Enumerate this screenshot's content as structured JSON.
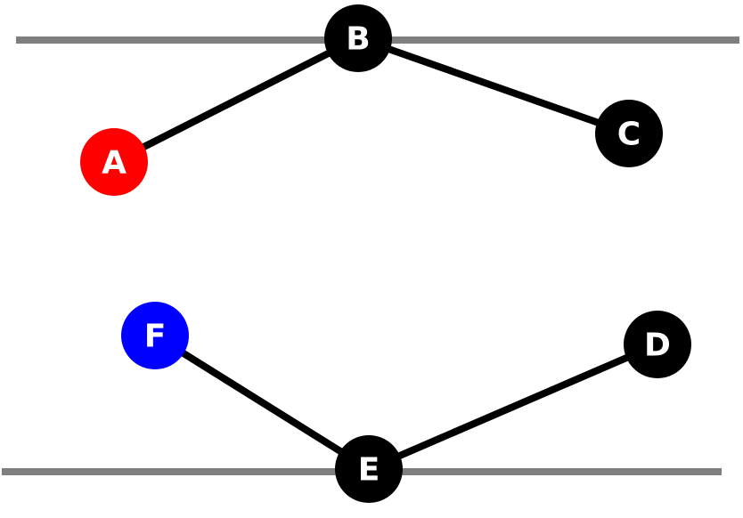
{
  "nodes": [
    {
      "id": "A",
      "label": "A",
      "color": "#ff0000"
    },
    {
      "id": "B",
      "label": "B",
      "color": "#000000"
    },
    {
      "id": "C",
      "label": "C",
      "color": "#000000"
    },
    {
      "id": "D",
      "label": "D",
      "color": "#000000"
    },
    {
      "id": "E",
      "label": "E",
      "color": "#000000"
    },
    {
      "id": "F",
      "label": "F",
      "color": "#0000ff"
    }
  ],
  "edges": [
    {
      "from": "A",
      "to": "B"
    },
    {
      "from": "B",
      "to": "C"
    },
    {
      "from": "F",
      "to": "E"
    },
    {
      "from": "E",
      "to": "D"
    }
  ],
  "style": {
    "edge_color": "#000000",
    "rail_color": "#7f7f7f",
    "label_color": "#ffffff"
  }
}
